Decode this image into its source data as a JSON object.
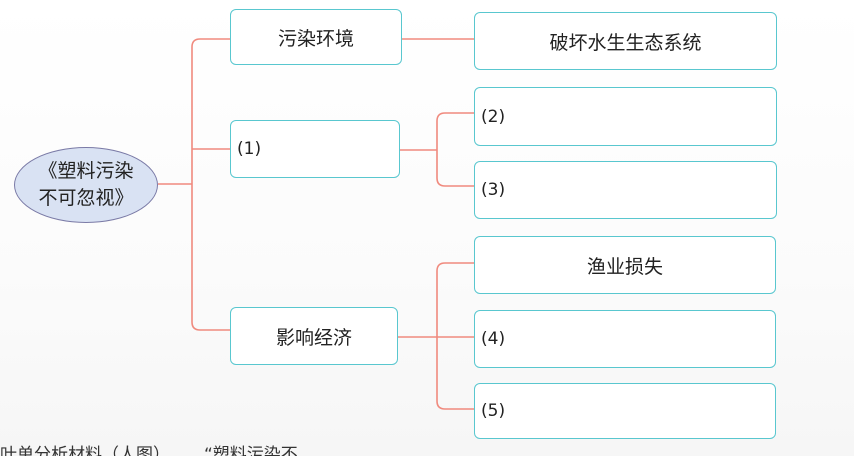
{
  "root": {
    "line1": "《塑料污染",
    "line2": "不可忽视》"
  },
  "branches": {
    "environment": {
      "label": "污染环境",
      "child": "破坏水生生态系统"
    },
    "blank1": {
      "label": "(1)",
      "child_a": "(2)",
      "child_b": "(3)"
    },
    "economy": {
      "label": "影响经济",
      "child_a": "渔业损失",
      "child_b": "(4)",
      "child_c": "(5)"
    }
  },
  "bottom_text": "叶单分析材料（人图）……“塑料污染不",
  "colors": {
    "connector": "#f08a7e",
    "box_border": "#59c7cf",
    "root_fill": "#d9e2f3"
  }
}
